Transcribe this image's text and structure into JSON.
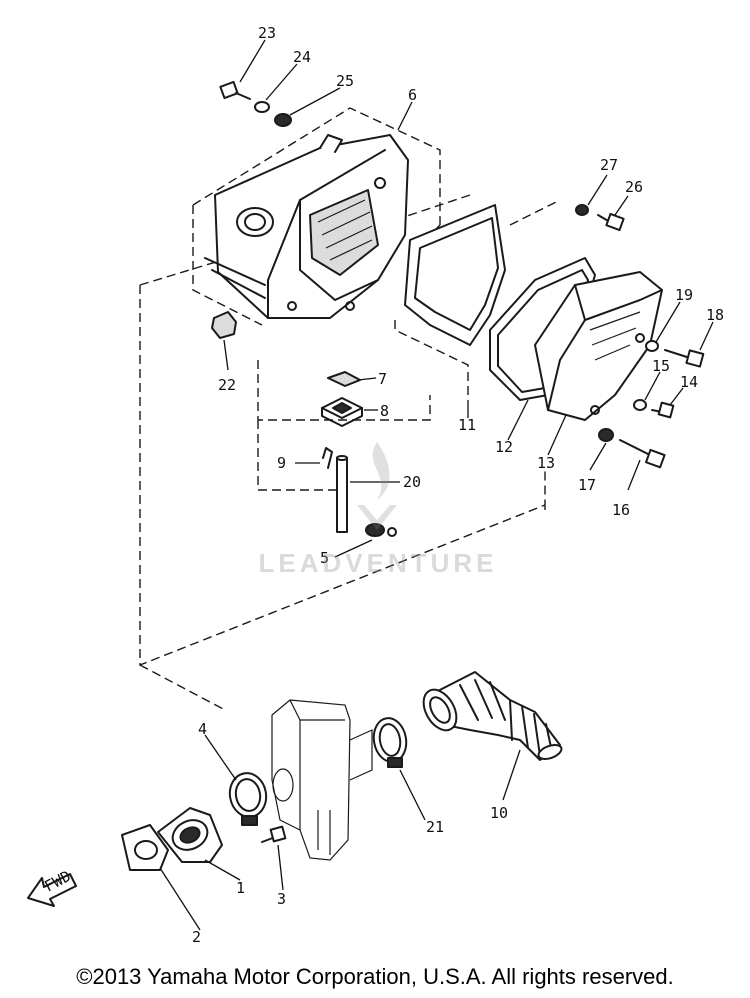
{
  "diagram": {
    "part_labels": [
      "1",
      "2",
      "3",
      "4",
      "5",
      "6",
      "7",
      "8",
      "9",
      "10",
      "11",
      "12",
      "13",
      "14",
      "15",
      "16",
      "17",
      "18",
      "19",
      "20",
      "21",
      "22",
      "23",
      "24",
      "25",
      "26",
      "27"
    ],
    "fwd_label": "FWD"
  },
  "watermark": {
    "text": "LEADVENTURE"
  },
  "footer": {
    "copyright": "©2013 Yamaha Motor Corporation, U.S.A. All rights reserved."
  },
  "colors": {
    "ink": "#1a1a1a",
    "background": "#ffffff",
    "watermark": "#969696"
  }
}
